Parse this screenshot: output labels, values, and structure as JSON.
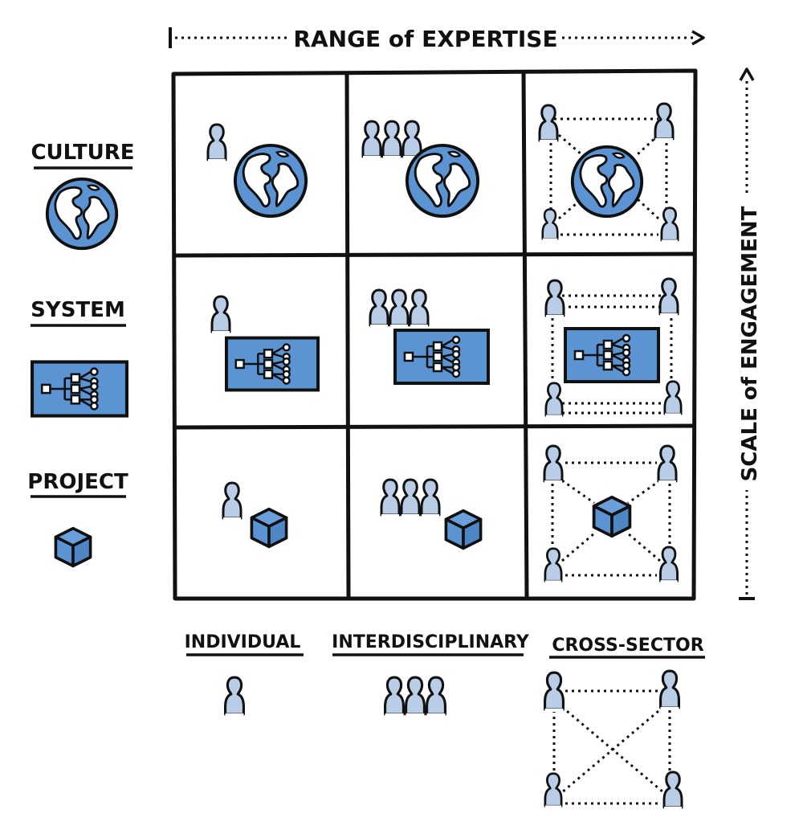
{
  "axis_top": {
    "label": "RANGE of EXPERTISE"
  },
  "axis_right": {
    "label": "SCALE of ENGAGEMENT"
  },
  "rows": [
    {
      "key": "culture",
      "label": "CULTURE",
      "icon": "globe-icon"
    },
    {
      "key": "system",
      "label": "SYSTEM",
      "icon": "system-map-icon"
    },
    {
      "key": "project",
      "label": "PROJECT",
      "icon": "cube-icon"
    }
  ],
  "columns": [
    {
      "key": "individual",
      "label": "INDIVIDUAL",
      "icon": "person-icon"
    },
    {
      "key": "interdisciplinary",
      "label": "INTERDISCIPLINARY",
      "icon": "group-icon"
    },
    {
      "key": "cross-sector",
      "label": "CROSS-SECTOR",
      "icon": "network-icon"
    }
  ],
  "colors": {
    "ink": "#111111",
    "blue": "#5b93d3",
    "person": "#b9cde6",
    "land": "#ffffff"
  }
}
